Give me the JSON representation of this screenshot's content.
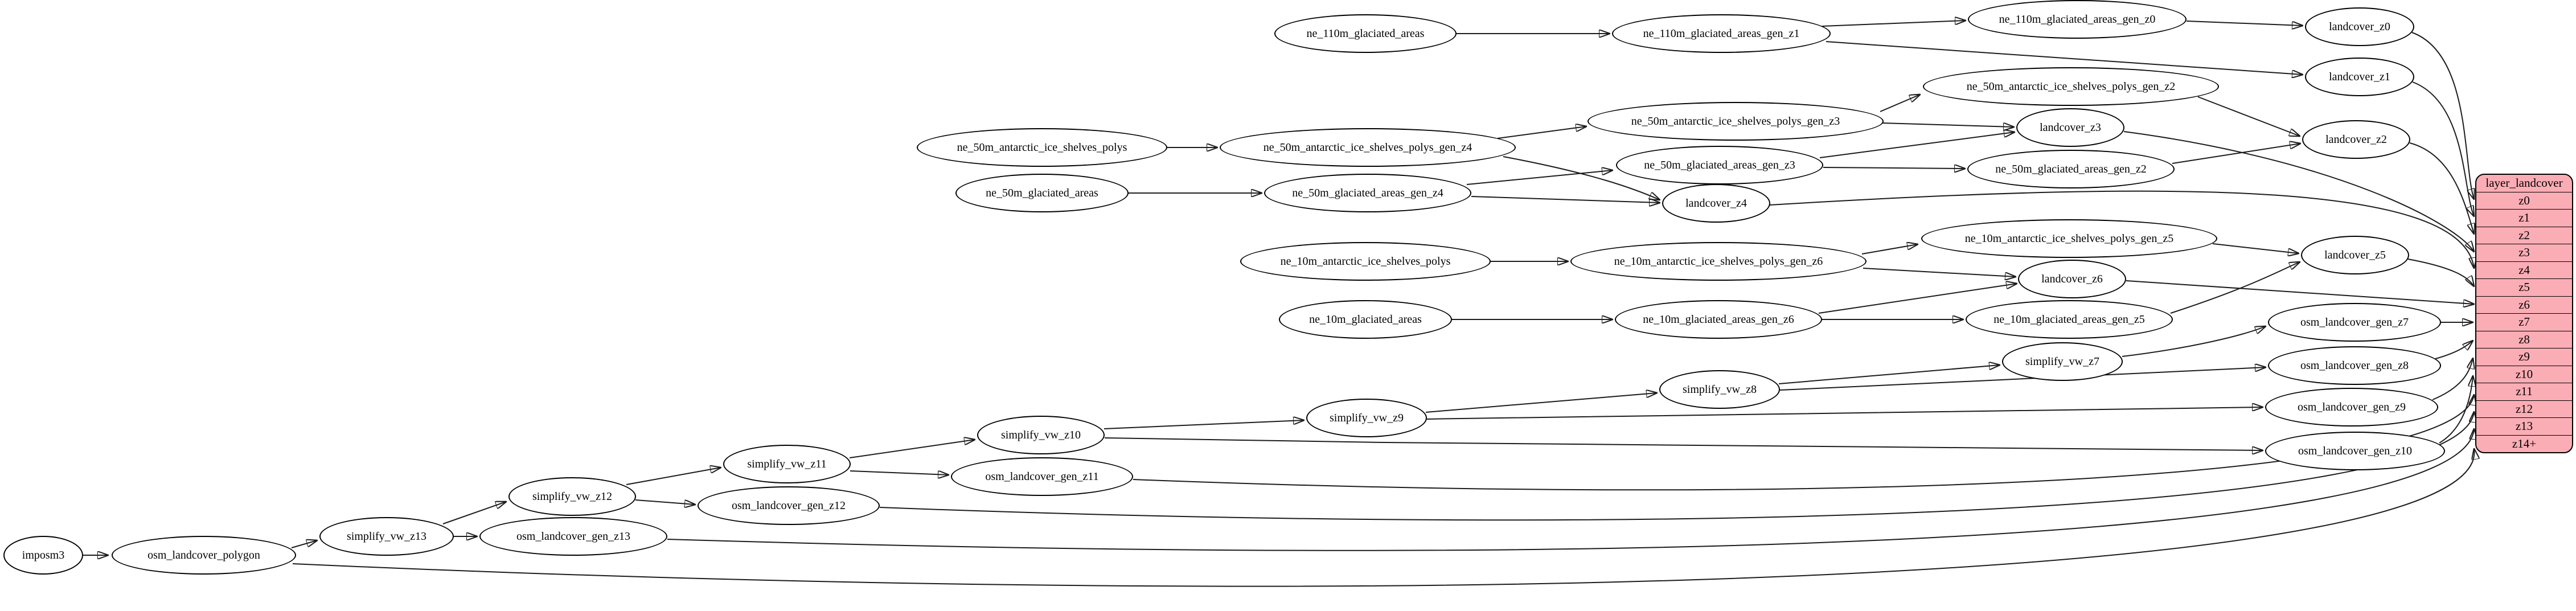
{
  "diagram": {
    "title": "layer_landcover ETL graph",
    "colors": {
      "table_fill": "#fbadb5",
      "node_fill": "#ffffff",
      "stroke": "#000000",
      "edge": "#1c1c1c",
      "background": "#ffffff"
    },
    "nodes": [
      {
        "id": "imposm3",
        "label": "imposm3"
      },
      {
        "id": "osm_landcover_polygon",
        "label": "osm_landcover_polygon"
      },
      {
        "id": "simplify_vw_z13",
        "label": "simplify_vw_z13"
      },
      {
        "id": "osm_landcover_gen_z13",
        "label": "osm_landcover_gen_z13"
      },
      {
        "id": "simplify_vw_z12",
        "label": "simplify_vw_z12"
      },
      {
        "id": "osm_landcover_gen_z12",
        "label": "osm_landcover_gen_z12"
      },
      {
        "id": "simplify_vw_z11",
        "label": "simplify_vw_z11"
      },
      {
        "id": "osm_landcover_gen_z11",
        "label": "osm_landcover_gen_z11"
      },
      {
        "id": "simplify_vw_z10",
        "label": "simplify_vw_z10"
      },
      {
        "id": "simplify_vw_z9",
        "label": "simplify_vw_z9"
      },
      {
        "id": "simplify_vw_z8",
        "label": "simplify_vw_z8"
      },
      {
        "id": "simplify_vw_z7",
        "label": "simplify_vw_z7"
      },
      {
        "id": "osm_landcover_gen_z7",
        "label": "osm_landcover_gen_z7"
      },
      {
        "id": "osm_landcover_gen_z8",
        "label": "osm_landcover_gen_z8"
      },
      {
        "id": "osm_landcover_gen_z9",
        "label": "osm_landcover_gen_z9"
      },
      {
        "id": "osm_landcover_gen_z10",
        "label": "osm_landcover_gen_z10"
      },
      {
        "id": "ne_110m_glaciated_areas",
        "label": "ne_110m_glaciated_areas"
      },
      {
        "id": "ne_110m_glaciated_areas_gen_z1",
        "label": "ne_110m_glaciated_areas_gen_z1"
      },
      {
        "id": "ne_110m_glaciated_areas_gen_z0",
        "label": "ne_110m_glaciated_areas_gen_z0"
      },
      {
        "id": "landcover_z0",
        "label": "landcover_z0"
      },
      {
        "id": "landcover_z1",
        "label": "landcover_z1"
      },
      {
        "id": "ne_50m_antarctic_ice_shelves_polys",
        "label": "ne_50m_antarctic_ice_shelves_polys"
      },
      {
        "id": "ne_50m_antarctic_ice_shelves_polys_gen_z4",
        "label": "ne_50m_antarctic_ice_shelves_polys_gen_z4"
      },
      {
        "id": "ne_50m_antarctic_ice_shelves_polys_gen_z3",
        "label": "ne_50m_antarctic_ice_shelves_polys_gen_z3"
      },
      {
        "id": "ne_50m_antarctic_ice_shelves_polys_gen_z2",
        "label": "ne_50m_antarctic_ice_shelves_polys_gen_z2"
      },
      {
        "id": "ne_50m_glaciated_areas",
        "label": "ne_50m_glaciated_areas"
      },
      {
        "id": "ne_50m_glaciated_areas_gen_z4",
        "label": "ne_50m_glaciated_areas_gen_z4"
      },
      {
        "id": "ne_50m_glaciated_areas_gen_z3",
        "label": "ne_50m_glaciated_areas_gen_z3"
      },
      {
        "id": "ne_50m_glaciated_areas_gen_z2",
        "label": "ne_50m_glaciated_areas_gen_z2"
      },
      {
        "id": "landcover_z2",
        "label": "landcover_z2"
      },
      {
        "id": "landcover_z3",
        "label": "landcover_z3"
      },
      {
        "id": "landcover_z4",
        "label": "landcover_z4"
      },
      {
        "id": "ne_10m_antarctic_ice_shelves_polys",
        "label": "ne_10m_antarctic_ice_shelves_polys"
      },
      {
        "id": "ne_10m_antarctic_ice_shelves_polys_gen_z6",
        "label": "ne_10m_antarctic_ice_shelves_polys_gen_z6"
      },
      {
        "id": "ne_10m_antarctic_ice_shelves_polys_gen_z5",
        "label": "ne_10m_antarctic_ice_shelves_polys_gen_z5"
      },
      {
        "id": "landcover_z5",
        "label": "landcover_z5"
      },
      {
        "id": "landcover_z6",
        "label": "landcover_z6"
      },
      {
        "id": "ne_10m_glaciated_areas",
        "label": "ne_10m_glaciated_areas"
      },
      {
        "id": "ne_10m_glaciated_areas_gen_z6",
        "label": "ne_10m_glaciated_areas_gen_z6"
      },
      {
        "id": "ne_10m_glaciated_areas_gen_z5",
        "label": "ne_10m_glaciated_areas_gen_z5"
      }
    ],
    "table": {
      "title": "layer_landcover",
      "rows": [
        "z0",
        "z1",
        "z2",
        "z3",
        "z4",
        "z5",
        "z6",
        "z7",
        "z8",
        "z9",
        "z10",
        "z11",
        "z12",
        "z13",
        "z14+"
      ]
    }
  }
}
